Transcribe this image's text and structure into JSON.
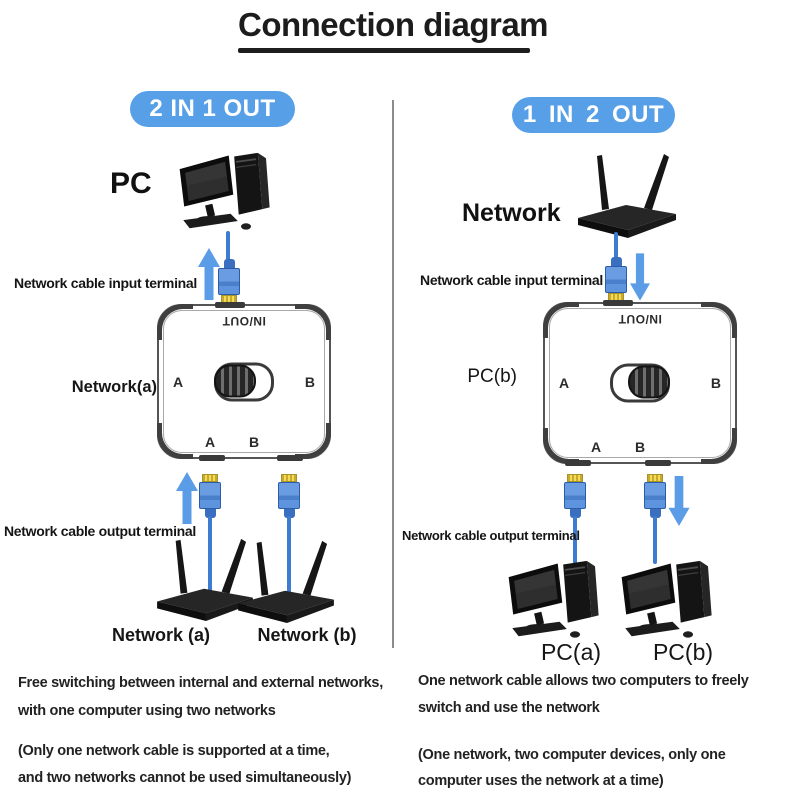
{
  "title": "Connection diagram",
  "colors": {
    "badge_blue": "#57a0e8",
    "arrow_blue": "#5b9ce6",
    "cable_blue": "#3e7ccf",
    "connector_blue": "#5e93dd",
    "connector_tip_gold": "#ecd53f",
    "text_dark": "#1a1a1a"
  },
  "left_panel": {
    "badge": "2 IN 1 OUT",
    "source_label": "PC",
    "input_terminal_label": "Network cable input terminal",
    "device_side_label": "Network(a)",
    "switch": {
      "top_label": "IN/OUT",
      "left_port": "A",
      "right_port": "B",
      "bottom_left_port": "A",
      "bottom_right_port": "B"
    },
    "output_terminal_label": "Network cable output terminal",
    "router_a_label": "Network (a)",
    "router_b_label": "Network (b)",
    "description": [
      "Free switching between internal and external networks,",
      "with one computer using two networks"
    ],
    "note": [
      "(Only one network cable is supported at a time,",
      "and two networks cannot be used simultaneously)"
    ]
  },
  "right_panel": {
    "badge": "1 IN 2 OUT",
    "source_label": "Network",
    "input_terminal_label": "Network cable input terminal",
    "device_side_label": "PC(b)",
    "switch": {
      "top_label": "IN/OUT",
      "left_port": "A",
      "right_port": "B",
      "bottom_left_port": "A",
      "bottom_right_port": "B"
    },
    "output_terminal_label": "Network cable output terminal",
    "pc_a_label": "PC(a)",
    "pc_b_label": "PC(b)",
    "description": [
      "One network cable allows two computers to freely",
      "switch and use the network"
    ],
    "note": [
      "(One network, two computer devices, only one",
      "computer uses the network at a time)"
    ]
  }
}
